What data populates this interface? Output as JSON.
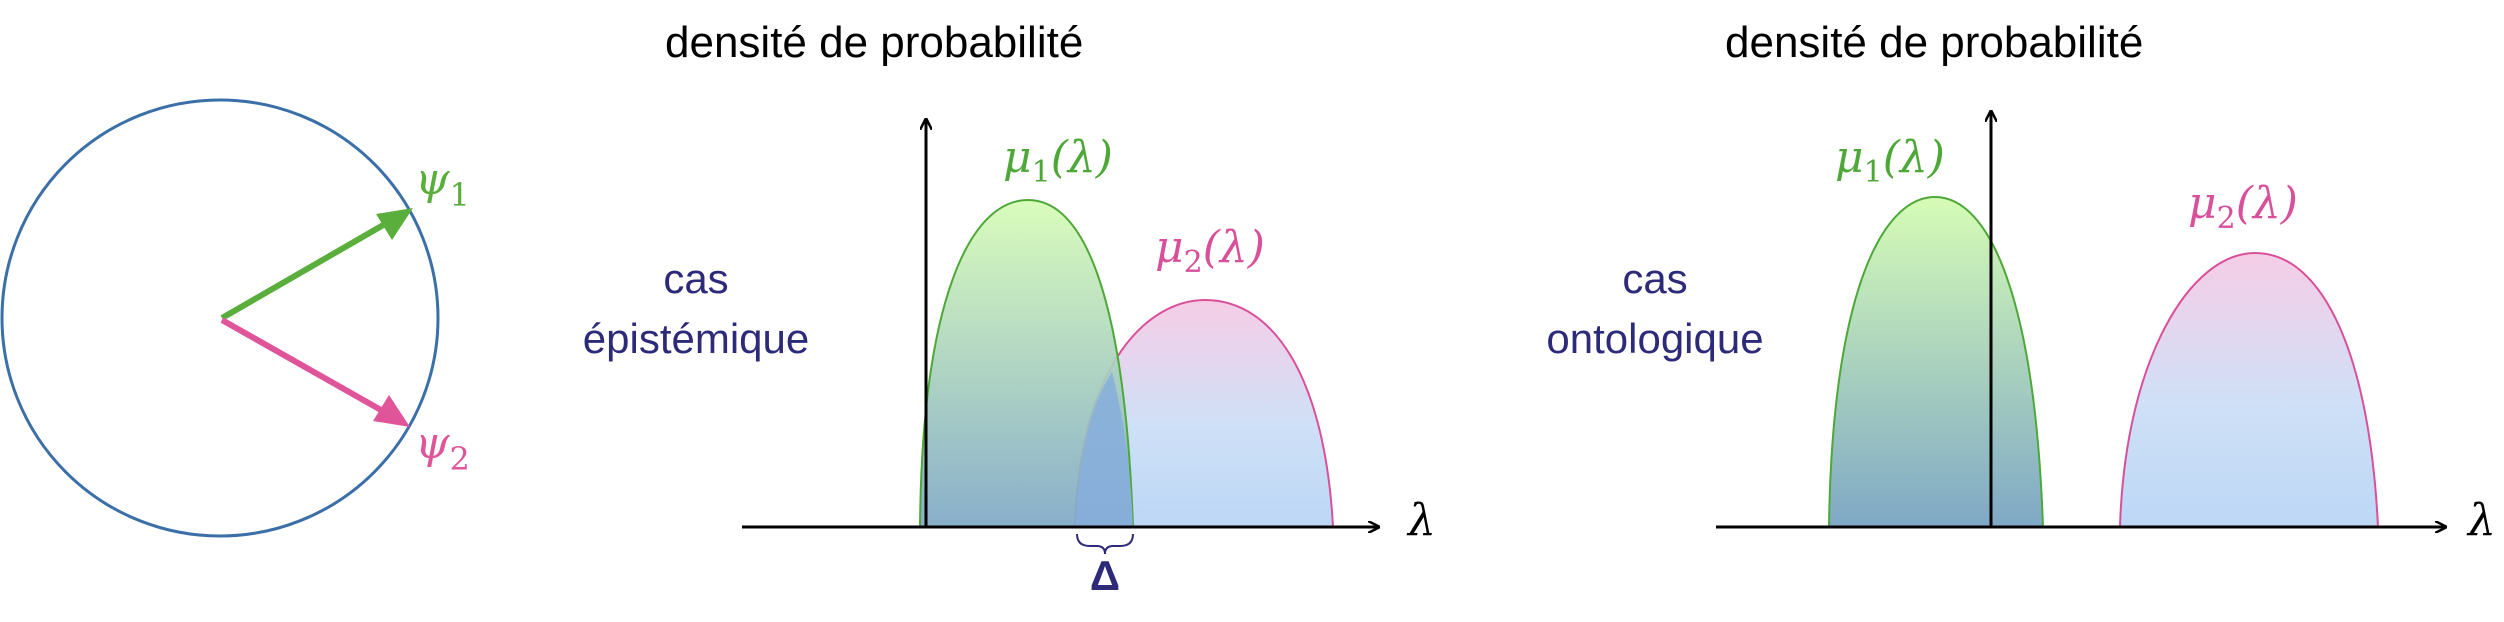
{
  "state_panel": {
    "psi1": {
      "symbol": "ψ",
      "sub": "1"
    },
    "psi2": {
      "symbol": "ψ",
      "sub": "2"
    }
  },
  "epistemic_panel": {
    "title": "densité de probabilité",
    "case_line1": "cas",
    "case_line2": "épistémique",
    "mu1": {
      "symbol": "μ",
      "sub": "1",
      "arg": "(λ)"
    },
    "mu2": {
      "symbol": "μ",
      "sub": "2",
      "arg": "(λ)"
    },
    "axis_label": "λ",
    "overlap_label": "Δ"
  },
  "ontic_panel": {
    "title": "densité de probabilité",
    "case_line1": "cas",
    "case_line2": "ontologique",
    "mu1": {
      "symbol": "μ",
      "sub": "1",
      "arg": "(λ)"
    },
    "mu2": {
      "symbol": "μ",
      "sub": "2",
      "arg": "(λ)"
    },
    "axis_label": "λ"
  },
  "colors": {
    "circle": "#3b6fa8",
    "psi1": "#5aae3c",
    "psi2": "#e0559a",
    "mu1_stroke": "#4ea838",
    "mu2_stroke": "#d9509a",
    "case_text": "#2e2a7a",
    "delta": "#2e2a7a",
    "axis": "#000000"
  }
}
